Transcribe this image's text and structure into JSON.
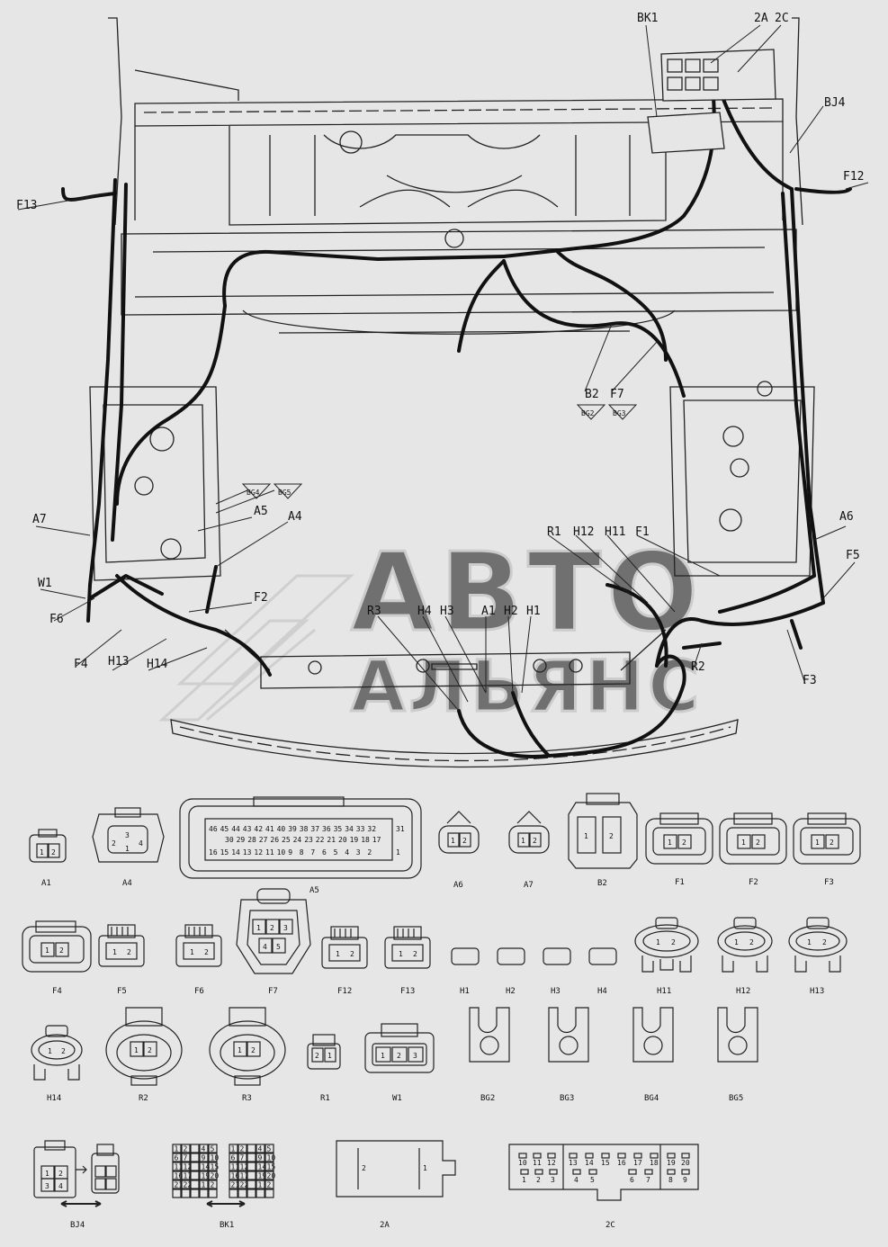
{
  "watermark": {
    "line1": "АВТО",
    "line2": "АЛЬЯНС"
  },
  "callouts": [
    {
      "id": "bk1",
      "text": "BK1"
    },
    {
      "id": "2a",
      "text": "2A"
    },
    {
      "id": "2c",
      "text": "2C"
    },
    {
      "id": "bj4",
      "text": "BJ4"
    },
    {
      "id": "f13",
      "text": "F13"
    },
    {
      "id": "f12",
      "text": "F12"
    },
    {
      "id": "b2",
      "text": "B2"
    },
    {
      "id": "f7",
      "text": "F7"
    },
    {
      "id": "bg2",
      "text": "BG2"
    },
    {
      "id": "bg3",
      "text": "BG3"
    },
    {
      "id": "bg4",
      "text": "BG4"
    },
    {
      "id": "bg5",
      "text": "BG5"
    },
    {
      "id": "a7",
      "text": "A7"
    },
    {
      "id": "a5",
      "text": "A5"
    },
    {
      "id": "a4",
      "text": "A4"
    },
    {
      "id": "w1",
      "text": "W1"
    },
    {
      "id": "f6",
      "text": "F6"
    },
    {
      "id": "f2",
      "text": "F2"
    },
    {
      "id": "f4",
      "text": "F4"
    },
    {
      "id": "h13",
      "text": "H13"
    },
    {
      "id": "h14",
      "text": "H14"
    },
    {
      "id": "r1",
      "text": "R1"
    },
    {
      "id": "h12",
      "text": "H12"
    },
    {
      "id": "h11",
      "text": "H11"
    },
    {
      "id": "f1",
      "text": "F1"
    },
    {
      "id": "a6",
      "text": "A6"
    },
    {
      "id": "f5",
      "text": "F5"
    },
    {
      "id": "r3",
      "text": "R3"
    },
    {
      "id": "h4",
      "text": "H4"
    },
    {
      "id": "h3",
      "text": "H3"
    },
    {
      "id": "a1",
      "text": "A1"
    },
    {
      "id": "h2",
      "text": "H2"
    },
    {
      "id": "h1",
      "text": "H1"
    },
    {
      "id": "r2",
      "text": "R2"
    },
    {
      "id": "f3",
      "text": "F3"
    }
  ],
  "connectors": [
    {
      "id": "A1",
      "caption": "A1",
      "pins": [
        "1",
        "2"
      ]
    },
    {
      "id": "A4",
      "caption": "A4",
      "pins": [
        "1",
        "2",
        "3",
        "4"
      ]
    },
    {
      "id": "A5",
      "caption": "A5",
      "pins_top": [
        "46",
        "45",
        "44",
        "43",
        "42",
        "41",
        "40",
        "39",
        "38",
        "37",
        "36",
        "35",
        "34",
        "33",
        "32",
        "31"
      ],
      "pins_mid": [
        "30",
        "29",
        "28",
        "27",
        "26",
        "25",
        "24",
        "23",
        "22",
        "21",
        "20",
        "19",
        "18",
        "17"
      ],
      "pins_bot": [
        "16",
        "15",
        "14",
        "13",
        "12",
        "11",
        "10",
        "9",
        "8",
        "7",
        "6",
        "5",
        "4",
        "3",
        "2",
        "1"
      ]
    },
    {
      "id": "A6",
      "caption": "A6",
      "pins": [
        "1",
        "2"
      ]
    },
    {
      "id": "A7",
      "caption": "A7",
      "pins": [
        "1",
        "2"
      ]
    },
    {
      "id": "B2",
      "caption": "B2",
      "pins": [
        "1",
        "2"
      ]
    },
    {
      "id": "F1",
      "caption": "F1",
      "pins": [
        "1",
        "2"
      ]
    },
    {
      "id": "F2",
      "caption": "F2",
      "pins": [
        "1",
        "2"
      ]
    },
    {
      "id": "F3",
      "caption": "F3",
      "pins": [
        "1",
        "2"
      ]
    },
    {
      "id": "F4",
      "caption": "F4",
      "pins": [
        "1",
        "2"
      ]
    },
    {
      "id": "F5",
      "caption": "F5",
      "pins": [
        "1",
        "2"
      ]
    },
    {
      "id": "F6",
      "caption": "F6",
      "pins": [
        "1",
        "2"
      ]
    },
    {
      "id": "F7",
      "caption": "F7",
      "pins": [
        "1",
        "2",
        "3",
        "4",
        "5"
      ]
    },
    {
      "id": "F12",
      "caption": "F12",
      "pins": [
        "1",
        "2"
      ]
    },
    {
      "id": "F13",
      "caption": "F13",
      "pins": [
        "1",
        "2"
      ]
    },
    {
      "id": "H1",
      "caption": "H1"
    },
    {
      "id": "H2",
      "caption": "H2"
    },
    {
      "id": "H3",
      "caption": "H3"
    },
    {
      "id": "H4",
      "caption": "H4"
    },
    {
      "id": "H11",
      "caption": "H11",
      "pins": [
        "1",
        "2"
      ]
    },
    {
      "id": "H12",
      "caption": "H12",
      "pins": [
        "1",
        "2"
      ]
    },
    {
      "id": "H13",
      "caption": "H13",
      "pins": [
        "1",
        "2"
      ]
    },
    {
      "id": "H14",
      "caption": "H14",
      "pins": [
        "1",
        "2"
      ]
    },
    {
      "id": "R2",
      "caption": "R2",
      "pins": [
        "1",
        "2"
      ]
    },
    {
      "id": "R3",
      "caption": "R3",
      "pins": [
        "1",
        "2"
      ]
    },
    {
      "id": "R1",
      "caption": "R1",
      "pins": [
        "2",
        "1"
      ]
    },
    {
      "id": "W1",
      "caption": "W1",
      "pins": [
        "1",
        "2",
        "3"
      ]
    },
    {
      "id": "BG2",
      "caption": "BG2"
    },
    {
      "id": "BG3",
      "caption": "BG3"
    },
    {
      "id": "BG4",
      "caption": "BG4"
    },
    {
      "id": "BG5",
      "caption": "BG5"
    },
    {
      "id": "BJ4",
      "caption": "BJ4",
      "pins": [
        "1",
        "2",
        "3",
        "4"
      ]
    },
    {
      "id": "BK1",
      "caption": "BK1",
      "pins": [
        "1",
        "2",
        "3",
        "4",
        "5",
        "6",
        "7",
        "8",
        "9",
        "10",
        "11",
        "12",
        "13",
        "14",
        "15",
        "16",
        "17",
        "18",
        "19",
        "20",
        "21",
        "22",
        "23"
      ]
    },
    {
      "id": "2A",
      "caption": "2A",
      "pins": [
        "2",
        "1"
      ]
    },
    {
      "id": "2C",
      "caption": "2C",
      "pins_top": [
        "10",
        "11",
        "12",
        "13",
        "14",
        "15",
        "16",
        "17",
        "18",
        "19",
        "20"
      ],
      "pins_bot": [
        "1",
        "2",
        "3",
        "4",
        "5",
        "6",
        "7",
        "8",
        "9"
      ]
    }
  ]
}
